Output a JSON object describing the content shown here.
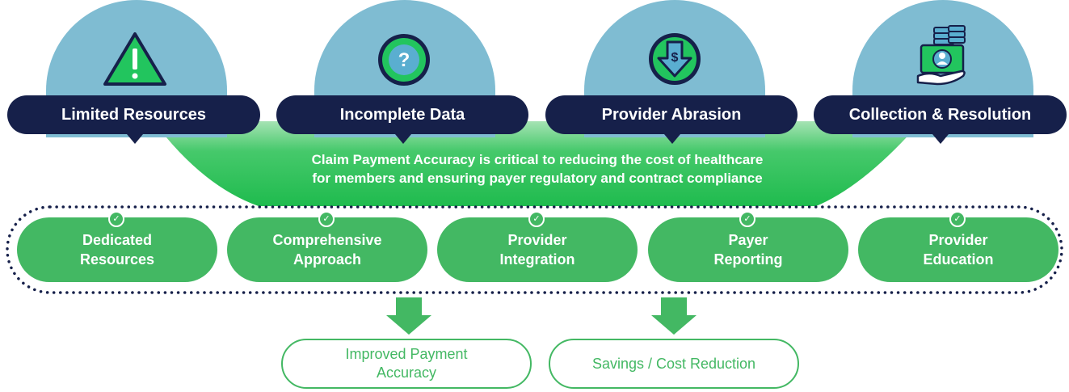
{
  "colors": {
    "navy": "#16204a",
    "light_blue": "#7fbcd2",
    "green": "#43b863",
    "funnel_green": "#2fc35d"
  },
  "challenges": [
    {
      "label": "Limited Resources",
      "icon": "warning-icon"
    },
    {
      "label": "Incomplete Data",
      "icon": "question-icon"
    },
    {
      "label": "Provider Abrasion",
      "icon": "dollar-down-icon"
    },
    {
      "label": "Collection & Resolution",
      "icon": "money-hand-icon"
    }
  ],
  "message": {
    "line1": "Claim Payment Accuracy is critical to reducing the cost of healthcare",
    "line2": "for members and ensuring payer regulatory and contract compliance"
  },
  "solutions": [
    {
      "line1": "Dedicated",
      "line2": "Resources"
    },
    {
      "line1": "Comprehensive",
      "line2": "Approach"
    },
    {
      "line1": "Provider",
      "line2": "Integration"
    },
    {
      "line1": "Payer",
      "line2": "Reporting"
    },
    {
      "line1": "Provider",
      "line2": "Education"
    }
  ],
  "outcomes": [
    {
      "line1": "Improved Payment",
      "line2": "Accuracy"
    },
    {
      "line1": "Savings / Cost Reduction",
      "line2": ""
    }
  ]
}
